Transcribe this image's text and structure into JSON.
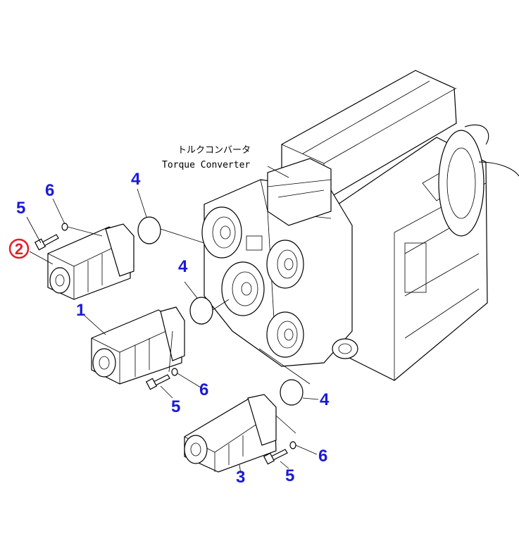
{
  "labels": {
    "assembly_jp": "トルクコンバータ",
    "assembly_en": "Torque Converter"
  },
  "callouts": [
    {
      "id": "c5-top",
      "text": "5"
    },
    {
      "id": "c6-top",
      "text": "6"
    },
    {
      "id": "c2",
      "text": "2",
      "highlighted": true
    },
    {
      "id": "c4-a",
      "text": "4"
    },
    {
      "id": "c4-b",
      "text": "4"
    },
    {
      "id": "c1",
      "text": "1"
    },
    {
      "id": "c6-mid",
      "text": "6"
    },
    {
      "id": "c5-mid",
      "text": "5"
    },
    {
      "id": "c4-c",
      "text": "4"
    },
    {
      "id": "c6-bot",
      "text": "6"
    },
    {
      "id": "c3",
      "text": "3"
    },
    {
      "id": "c5-bot",
      "text": "5"
    }
  ],
  "colors": {
    "callout": "#1a1ad6",
    "highlight": "#e0202a",
    "line": "#000000"
  }
}
